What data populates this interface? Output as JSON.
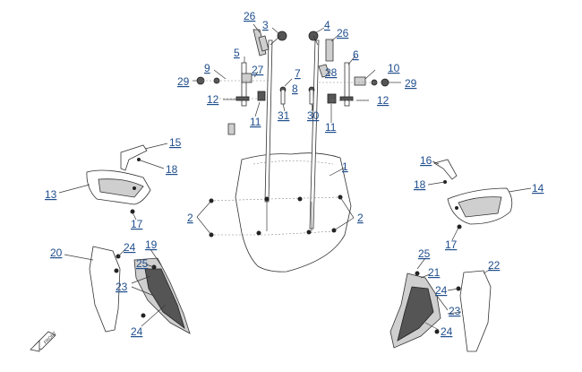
{
  "callouts": {
    "c1": "1",
    "c2a": "2",
    "c2b": "2",
    "c3": "3",
    "c4": "4",
    "c5": "5",
    "c6": "6",
    "c7": "7",
    "c8": "8",
    "c9": "9",
    "c10": "10",
    "c11a": "11",
    "c11b": "11",
    "c12a": "12",
    "c12b": "12",
    "c13": "13",
    "c14": "14",
    "c15": "15",
    "c16": "16",
    "c17a": "17",
    "c17b": "17",
    "c18a": "18",
    "c18b": "18",
    "c19": "19",
    "c20": "20",
    "c21": "21",
    "c22": "22",
    "c23a": "23",
    "c23b": "23",
    "c24a": "24",
    "c24b": "24",
    "c24c": "24",
    "c24d": "24",
    "c25a": "25",
    "c25b": "25",
    "c26a": "26",
    "c26b": "26",
    "c27": "27",
    "c28": "28",
    "c29a": "29",
    "c29b": "29",
    "c30": "30",
    "c31": "31"
  },
  "colors": {
    "callout": "#1f4e8c",
    "line": "#333333",
    "part_fill": "#cfcfcf"
  },
  "icons": {
    "front_arrow": "front-direction-arrow-icon"
  }
}
